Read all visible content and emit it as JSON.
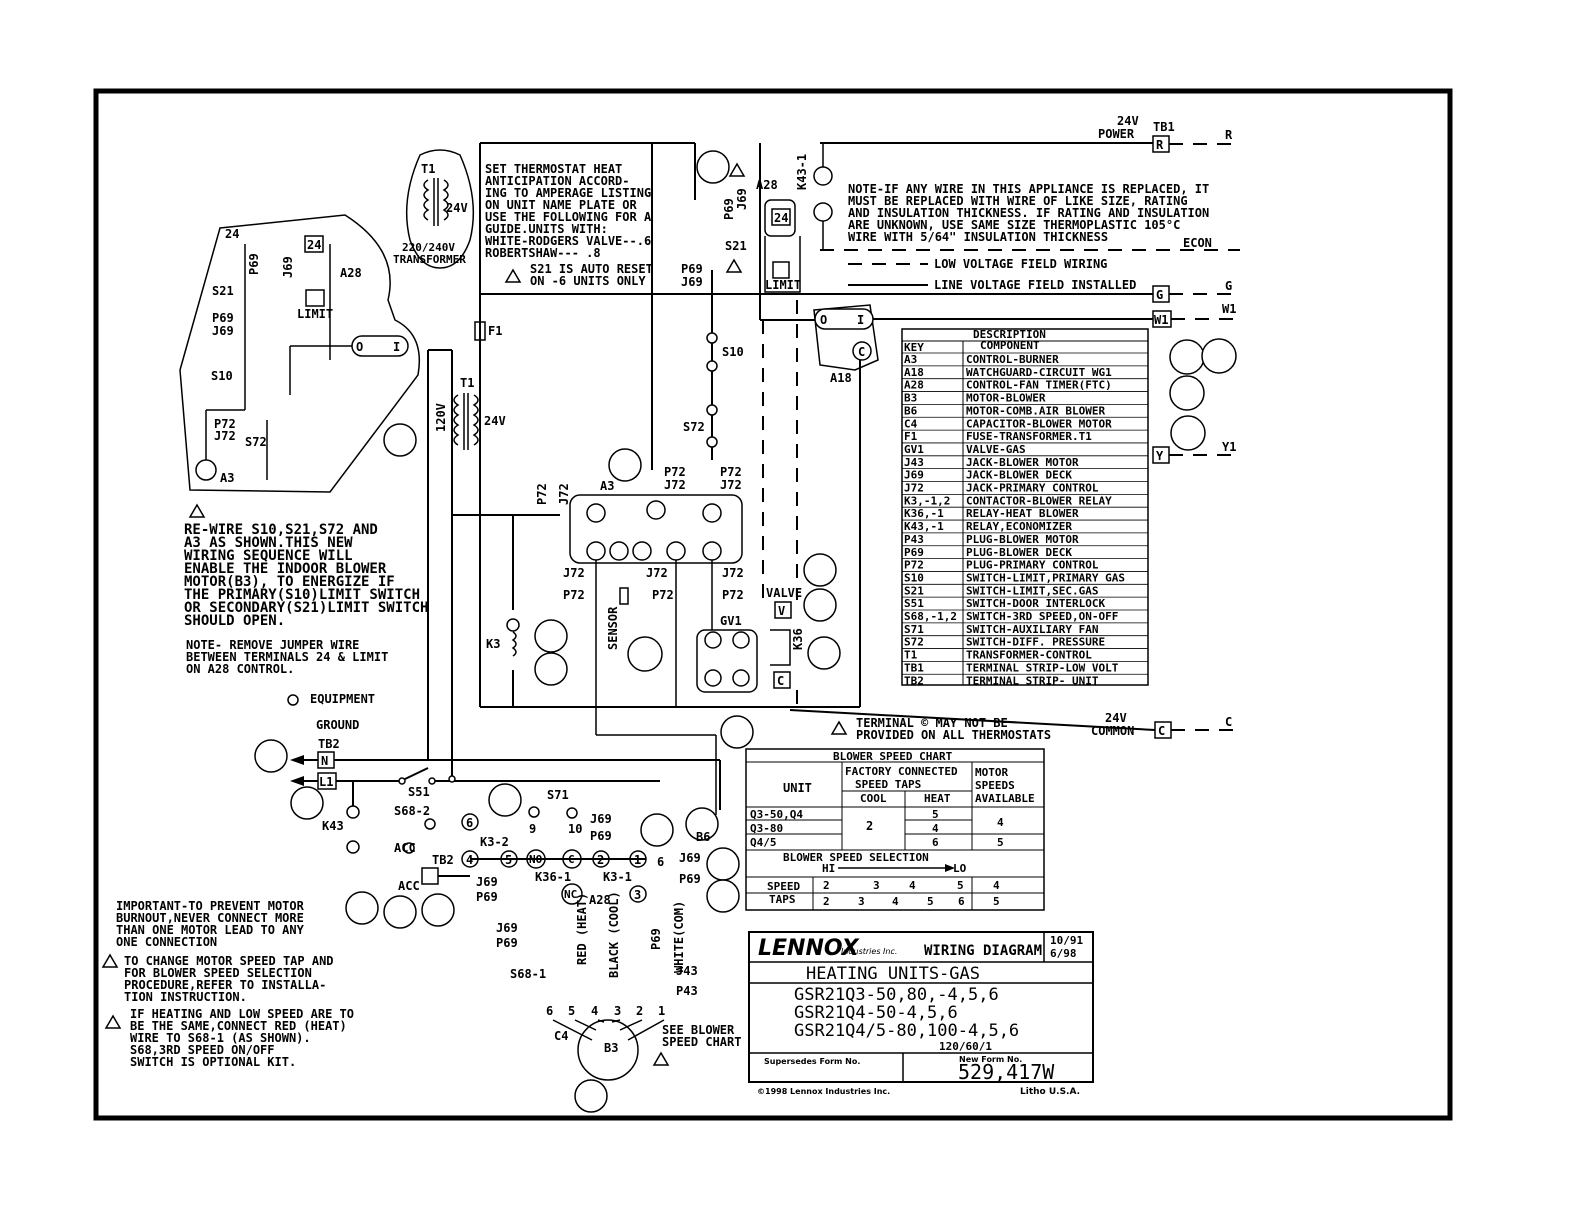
{
  "header": {
    "power_label": "24V",
    "power_label2": "POWER",
    "tb1_label": "TB1",
    "term_r": "R",
    "wire_r": "R",
    "term_g": "G",
    "wire_g": "G",
    "term_w1": "W1",
    "wire_w1": "W1",
    "term_y": "Y",
    "wire_y1": "Y1",
    "common_label": "24V",
    "common_label2": "COMMON",
    "term_c": "C",
    "wire_c": "C",
    "econ_label": "ECON"
  },
  "notes": {
    "wire_note": [
      "NOTE-IF ANY WIRE IN THIS APPLIANCE IS REPLACED, IT",
      "MUST BE REPLACED WITH WIRE OF LIKE SIZE, RATING",
      "AND INSULATION THICKNESS. IF RATING AND INSULATION",
      "ARE UNKNOWN, USE SAME SIZE THERMOPLASTIC 105°C",
      "WIRE WITH 5/64\" INSULATION THICKNESS"
    ],
    "low_voltage": "LOW VOLTAGE FIELD WIRING",
    "line_voltage": "LINE VOLTAGE FIELD INSTALLED",
    "thermostat_note": [
      "SET THERMOSTAT HEAT",
      "ANTICIPATION ACCORD-",
      "ING TO AMPERAGE LISTING",
      "ON UNIT NAME PLATE OR",
      "USE THE FOLLOWING FOR A",
      "GUIDE.UNITS WITH:",
      "WHITE-RODGERS VALVE--.6",
      "ROBERTSHAW--- .8"
    ],
    "s21_note": [
      "S21 IS AUTO RESET",
      "ON -6 UNITS ONLY"
    ],
    "rewire_note": [
      "RE-WIRE S10,S21,S72 AND",
      "A3 AS SHOWN.THIS NEW",
      "WIRING SEQUENCE WILL",
      "ENABLE THE INDOOR BLOWER",
      "MOTOR(B3), TO ENERGIZE IF",
      "THE PRIMARY(S10)LIMIT SWITCH",
      "OR SECONDARY(S21)LIMIT SWITCH",
      "SHOULD OPEN."
    ],
    "jumper_note": [
      "NOTE- REMOVE JUMPER WIRE",
      "BETWEEN TERMINALS 24 & LIMIT",
      "ON A28 CONTROL."
    ],
    "terminal_note": [
      "TERMINAL © MAY NOT BE",
      "PROVIDED ON ALL THERMOSTATS"
    ],
    "important_note": [
      "IMPORTANT-TO PREVENT MOTOR",
      "BURNOUT,NEVER CONNECT MORE",
      "THAN ONE MOTOR LEAD TO ANY",
      "ONE CONNECTION"
    ],
    "speed_tap_note": [
      "TO CHANGE MOTOR SPEED TAP AND",
      "FOR BLOWER SPEED SELECTION",
      "PROCEDURE,REFER TO INSTALLA-",
      "TION INSTRUCTION."
    ],
    "heating_low_note": [
      "IF HEATING AND LOW SPEED ARE TO",
      "BE THE SAME,CONNECT RED (HEAT)",
      "WIRE TO S68-1 (AS SHOWN).",
      "S68,3RD SPEED ON/OFF",
      "SWITCH IS OPTIONAL KIT."
    ],
    "see_blower": [
      "SEE BLOWER",
      "SPEED CHART"
    ],
    "equipment_ground": [
      "EQUIPMENT",
      "GROUND"
    ]
  },
  "labels": {
    "t1_top": "T1",
    "v24_top": "24V",
    "transformer": [
      "220/240V",
      "TRANSFORMER"
    ],
    "t1_mid": "T1",
    "v120": "120V",
    "v24_mid": "24V",
    "f1": "F1",
    "a28_top": "A28",
    "k43_1": "K43-1",
    "p69": "P69",
    "j69": "J69",
    "s21": "S21",
    "limit": "LIMIT",
    "a18": "A18",
    "s10": "S10",
    "s72": "S72",
    "p72": "P72",
    "j72": "J72",
    "a3": "A3",
    "sensor": "SENSOR",
    "valve": "VALVE",
    "gv1": "GV1",
    "k36": "K36",
    "k3": "K3",
    "tb2": "TB2",
    "n": "N",
    "l1": "L1",
    "s51": "S51",
    "s68_2": "S68-2",
    "k43": "K43",
    "acc": "ACC",
    "k3_2": "K3-2",
    "s71": "S71",
    "k36_1": "K36-1",
    "k3_1": "K3-1",
    "a28_bottom": "A28",
    "b6": "B6",
    "s68_1": "S68-1",
    "c4": "C4",
    "b3": "B3",
    "j43": "J43",
    "p43": "P43",
    "red_heat": "RED (HEAT)",
    "black_cool": "BLACK (COOL)",
    "white_com": "WHITE(COM)",
    "term_24": "24",
    "term_o": "O",
    "term_i": "I",
    "term_c_a18": "C",
    "term_v": "V",
    "term_c_valve": "C",
    "nc": "NC",
    "no": "NO"
  },
  "legend": {
    "title": "DESCRIPTION",
    "col_key": "KEY",
    "col_component": "COMPONENT",
    "rows": [
      [
        "A3",
        "CONTROL-BURNER"
      ],
      [
        "A18",
        "WATCHGUARD-CIRCUIT WG1"
      ],
      [
        "A28",
        "CONTROL-FAN TIMER(FTC)"
      ],
      [
        "B3",
        "MOTOR-BLOWER"
      ],
      [
        "B6",
        "MOTOR-COMB.AIR BLOWER"
      ],
      [
        "C4",
        "CAPACITOR-BLOWER MOTOR"
      ],
      [
        "F1",
        "FUSE-TRANSFORMER.T1"
      ],
      [
        "GV1",
        "VALVE-GAS"
      ],
      [
        "J43",
        "JACK-BLOWER MOTOR"
      ],
      [
        "J69",
        "JACK-BLOWER DECK"
      ],
      [
        "J72",
        "JACK-PRIMARY CONTROL"
      ],
      [
        "K3,-1,2",
        "CONTACTOR-BLOWER RELAY"
      ],
      [
        "K36,-1",
        "RELAY-HEAT BLOWER"
      ],
      [
        "K43,-1",
        "RELAY,ECONOMIZER"
      ],
      [
        "P43",
        "PLUG-BLOWER MOTOR"
      ],
      [
        "P69",
        "PLUG-BLOWER DECK"
      ],
      [
        "P72",
        "PLUG-PRIMARY CONTROL"
      ],
      [
        "S10",
        "SWITCH-LIMIT,PRIMARY GAS"
      ],
      [
        "S21",
        "SWITCH-LIMIT,SEC.GAS"
      ],
      [
        "S51",
        "SWITCH-DOOR INTERLOCK"
      ],
      [
        "S68,-1,2",
        "SWITCH-3RD SPEED,ON-OFF"
      ],
      [
        "S71",
        "SWITCH-AUXILIARY FAN"
      ],
      [
        "S72",
        "SWITCH-DIFF. PRESSURE"
      ],
      [
        "T1",
        "TRANSFORMER-CONTROL"
      ],
      [
        "TB1",
        "TERMINAL STRIP-LOW VOLT"
      ],
      [
        "TB2",
        "TERMINAL STRIP- UNIT"
      ]
    ]
  },
  "blower_chart": {
    "title": "BLOWER SPEED CHART",
    "col_unit": "UNIT",
    "col_factory": [
      "FACTORY CONNECTED",
      "SPEED TAPS"
    ],
    "col_cool": "COOL",
    "col_heat": "HEAT",
    "col_motor": [
      "MOTOR",
      "SPEEDS",
      "AVAILABLE"
    ],
    "units": [
      "Q3-50,Q4",
      "Q3-80",
      "Q4/5"
    ],
    "cool": "2",
    "heat": [
      "5",
      "4",
      "6"
    ],
    "motor": [
      "4",
      "5"
    ],
    "selection_title": "BLOWER SPEED SELECTION",
    "hi": "HI",
    "lo": "LO",
    "speed_taps": [
      "SPEED",
      "TAPS"
    ],
    "row1": [
      "2",
      "3",
      "4",
      "5",
      "4"
    ],
    "row2": [
      "2",
      "3",
      "4",
      "5",
      "6",
      "5"
    ]
  },
  "title_block": {
    "brand": "LENNOX",
    "brand_sub": "Industries Inc.",
    "doc_type": "WIRING DIAGRAM",
    "date1": "10/91",
    "date2": "6/98",
    "subject": "HEATING UNITS-GAS",
    "models": [
      "GSR21Q3-50,80,-4,5,6",
      "GSR21Q4-50-4,5,6",
      "GSR21Q4/5-80,100-4,5,6"
    ],
    "voltage": "120/60/1",
    "supersedes": "Supersedes Form No.",
    "new_form": "New Form No.",
    "form_no": "529,417W",
    "copyright": "©1998 Lennox Industries Inc.",
    "litho": "Litho U.S.A."
  }
}
